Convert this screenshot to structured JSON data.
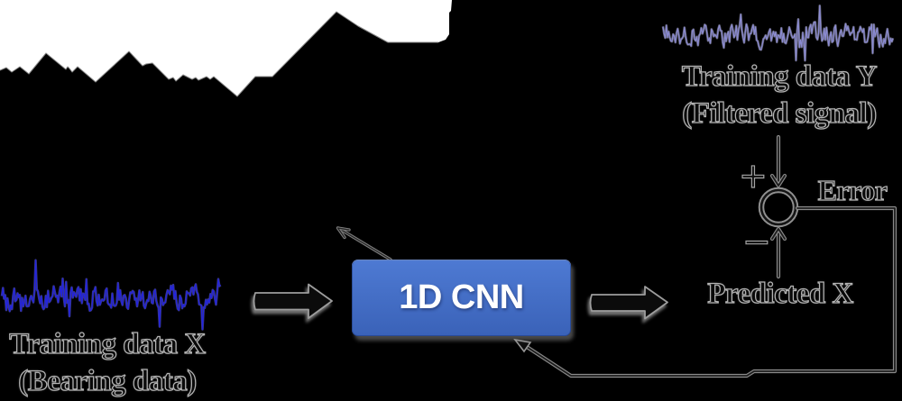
{
  "page": {
    "background": "#000000"
  },
  "diagram": {
    "cnn_box": {
      "label": "1D CNN",
      "fill_top": "#4e7ad3",
      "fill_bottom": "#3a62b8",
      "text_color": "#ffffff"
    },
    "labels": {
      "training_y_line1": "Training data Y",
      "training_y_line2": "(Filtered signal)",
      "training_x_line1": "Training data X",
      "training_x_line2": "(Bearing data)",
      "predicted_x": "Predicted X",
      "error": "Error",
      "plus_sign": "+",
      "minus_sign": "−"
    },
    "signals": {
      "training_y": {
        "name": "filtered-signal-waveform",
        "color": "#8d8dd8",
        "glow": "#c3c3ec"
      },
      "training_x": {
        "name": "bearing-signal-waveform",
        "color": "#2222e4",
        "glow": "#7272ff"
      }
    },
    "colors": {
      "caption_outline_gray": "#b4b4b4",
      "connector_gray": "#8f8f8f",
      "block_arrow_fill": "#0b0b0b",
      "magnified_region_fill": "#ffffff"
    }
  }
}
